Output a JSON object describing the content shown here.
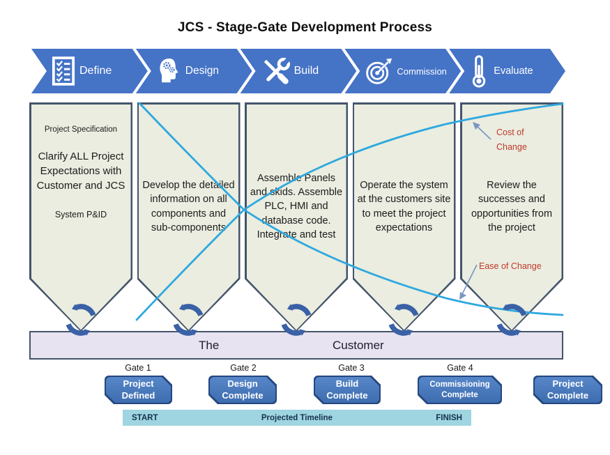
{
  "title": "JCS - Stage-Gate Development Process",
  "stages": [
    {
      "label": "Define",
      "icon": "checklist-icon"
    },
    {
      "label": "Design",
      "icon": "head-gears-icon"
    },
    {
      "label": "Build",
      "icon": "crossed-tools-icon"
    },
    {
      "label": "Commission",
      "icon": "target-dart-icon"
    },
    {
      "label": "Evaluate",
      "icon": "thermometer-icon"
    }
  ],
  "panels": [
    {
      "top_note": "Project Specification",
      "body": "Clarify ALL Project Expectations with Customer and JCS",
      "bottom_note": "System P&ID"
    },
    {
      "body": "Develop the detailed information on all components and sub-components"
    },
    {
      "body": "Assemble Panels and skids. Assemble PLC, HMI and database code. Integrate and test"
    },
    {
      "body": "Operate the system at the customers site to meet the project expectations"
    },
    {
      "body": "Review the successes and opportunities from the project"
    }
  ],
  "annotations": {
    "cost_label": "Cost of Change",
    "ease_label": "Ease of Change"
  },
  "customer_bar": {
    "word1": "The",
    "word2": "Customer"
  },
  "gates": [
    "Gate 1",
    "Gate 2",
    "Gate 3",
    "Gate 4"
  ],
  "milestones": [
    "Project Defined",
    "Design Complete",
    "Build Complete",
    "Commissioning Complete",
    "Project Complete"
  ],
  "timeline": {
    "start": "START",
    "middle": "Projected Timeline",
    "finish": "FINISH"
  },
  "colors": {
    "stage_blue": "#4573C6",
    "panel_fill": "#EAEDE0",
    "panel_border": "#44546A",
    "customer_fill": "#E8E3F0",
    "milestone_fill": "#4B7CBE",
    "milestone_border": "#24477F",
    "timeline_fill": "#9ED5E1",
    "curve_cyan": "#2EA8DF",
    "annotation_red": "#C0392B",
    "cycle_blue": "#3A61A6",
    "annotation_arrow": "#7A96C2"
  }
}
